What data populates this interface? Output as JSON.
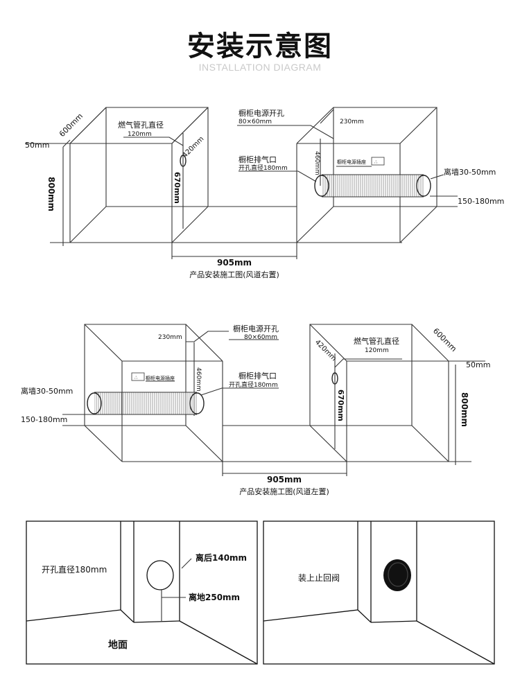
{
  "header": {
    "title": "安装示意图",
    "subtitle": "INSTALLATION DIAGRAM"
  },
  "diagram1": {
    "dim_600": "600mm",
    "dim_50": "50mm",
    "dim_800": "800mm",
    "gas_label": "燃气管孔直径",
    "gas_value": "120mm",
    "dim_420": "420mm",
    "dim_670": "670mm",
    "power_label": "橱柜电源开孔",
    "power_value": "80×60mm",
    "dim_230": "230mm",
    "dim_460": "460mm",
    "exhaust_label": "橱柜排气口",
    "exhaust_value": "开孔直径180mm",
    "socket_label": "橱柜电源插座",
    "wall_gap": "离墙30-50mm",
    "height_range": "150-180mm",
    "width": "905mm",
    "caption": "产品安装施工图(风道右置)"
  },
  "diagram2": {
    "dim_230": "230mm",
    "power_label": "橱柜电源开孔",
    "power_value": "80×60mm",
    "exhaust_label": "橱柜排气口",
    "exhaust_value": "开孔直径180mm",
    "socket_label": "橱柜电源插座",
    "dim_460": "460mm",
    "wall_gap": "离墙30-50mm",
    "height_range": "150-180mm",
    "gas_label": "燃气管孔直径",
    "gas_value": "120mm",
    "dim_420": "420mm",
    "dim_600": "600mm",
    "dim_50": "50mm",
    "dim_670": "670mm",
    "dim_800": "800mm",
    "width": "905mm",
    "caption": "产品安装施工图(风道左置)"
  },
  "panel_left": {
    "hole_label": "开孔直径180mm",
    "back_label": "离后140mm",
    "floor_gap_label": "离地250mm",
    "floor_label": "地面"
  },
  "panel_right": {
    "valve_label": "装上止回阀"
  }
}
